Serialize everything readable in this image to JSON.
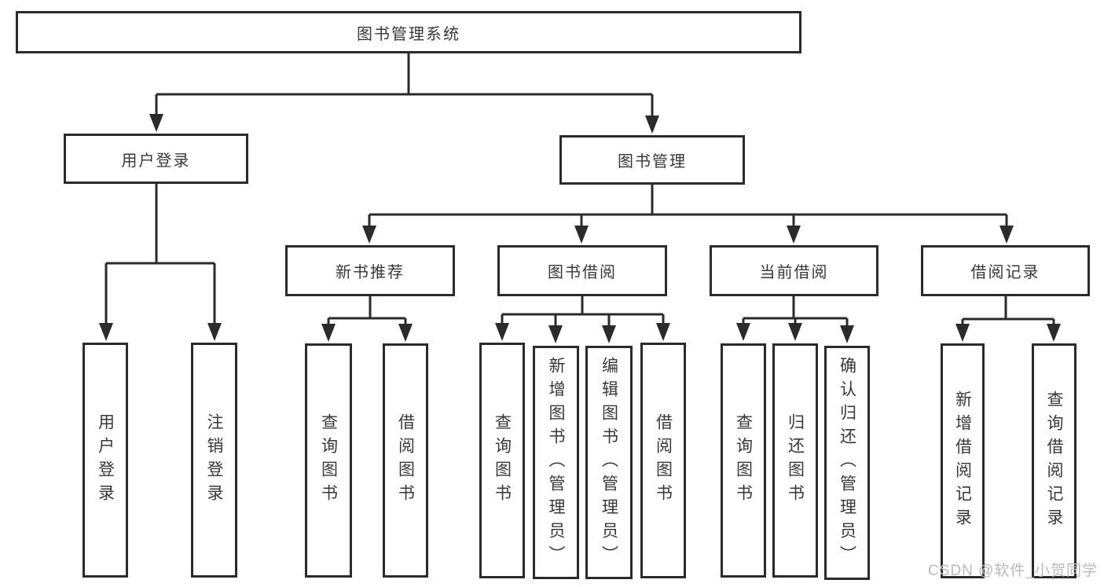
{
  "tree": {
    "root": "图书管理系统",
    "branches": [
      {
        "label": "用户登录",
        "leaves": [
          "用户登录",
          "注销登录"
        ]
      },
      {
        "label": "图书管理",
        "groups": [
          {
            "label": "新书推荐",
            "leaves": [
              "查询图书",
              "借阅图书"
            ]
          },
          {
            "label": "图书借阅",
            "leaves": [
              "查询图书",
              "新增图书（管理员）",
              "编辑图书（管理员）",
              "借阅图书"
            ]
          },
          {
            "label": "当前借阅",
            "leaves": [
              "查询图书",
              "归还图书",
              "确认归还（管理员）"
            ]
          },
          {
            "label": "借阅记录",
            "leaves": [
              "新增借阅记录",
              "查询借阅记录"
            ]
          }
        ]
      }
    ]
  },
  "watermark": {
    "text": "CSDN @软件_小贺同学"
  },
  "colors": {
    "line": "#2b2b2b",
    "box_border": "#2b2b2b",
    "text": "#383838",
    "watermark": "#b9b9b9",
    "background": "#ffffff"
  }
}
